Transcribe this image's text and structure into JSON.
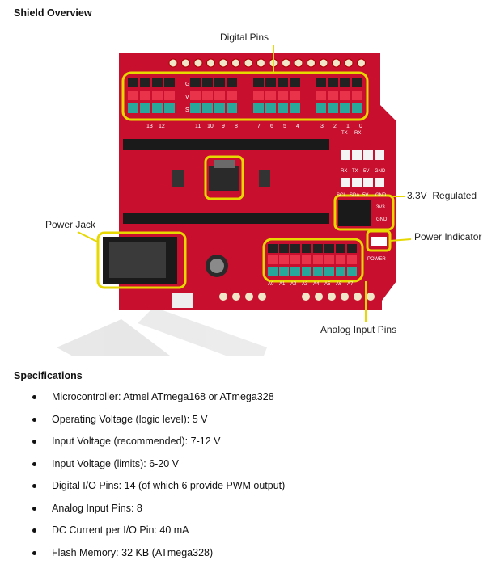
{
  "section_title": "Shield Overview",
  "figure": {
    "callouts": {
      "digital_pins": "Digital Pins",
      "regulated": "3.3V  Regulated",
      "power_jack": "Power Jack",
      "power_indicator": "Power Indicator",
      "analog_input_pins": "Analog Input Pins"
    },
    "board_labels": {
      "digital_numbers": [
        "13",
        "12",
        "11",
        "10",
        "9",
        "8",
        "7",
        "6",
        "5",
        "4",
        "3",
        "2",
        "1",
        "0"
      ],
      "tx": "TX",
      "rx": "RX",
      "gvs": [
        "G",
        "V",
        "S"
      ],
      "top_header": [
        "RX",
        "TX",
        "5V",
        "GND"
      ],
      "i2c_header": [
        "SCL",
        "SDA",
        "5V",
        "GND"
      ],
      "v33_labels": [
        "3V3",
        "GND"
      ],
      "power_label": "POWER",
      "analog_labels": [
        "A0",
        "A1",
        "A2",
        "A3",
        "A4",
        "A5",
        "A6",
        "A7"
      ]
    },
    "colors": {
      "board": "#c8102e",
      "highlight": "#e6d800",
      "pin_teal": "#28a79a",
      "pin_red": "#e8334a",
      "pin_black": "#222222"
    }
  },
  "specs_title": "Specifications",
  "specs": [
    "Microcontroller: Atmel ATmega168 or ATmega328",
    "Operating Voltage (logic level): 5 V",
    "Input Voltage (recommended): 7-12 V",
    "Input Voltage (limits): 6-20 V",
    "Digital I/O Pins: 14 (of which 6 provide PWM output)",
    "Analog Input Pins: 8",
    "DC Current per I/O Pin: 40 mA",
    "Flash Memory: 32 KB (ATmega328)"
  ]
}
